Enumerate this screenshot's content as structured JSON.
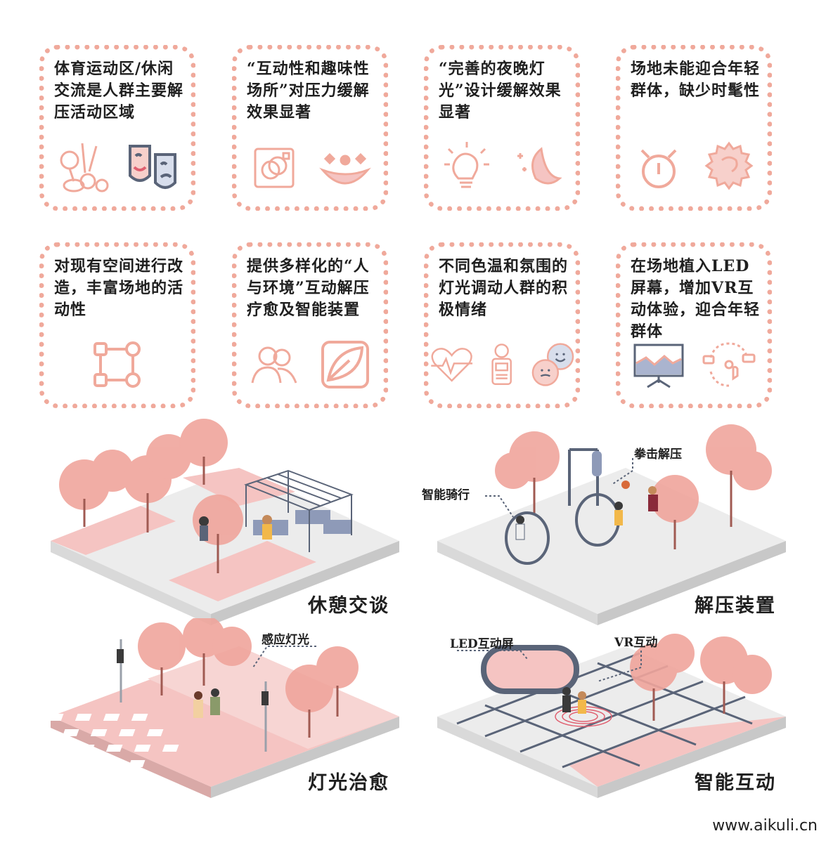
{
  "cards": [
    {
      "text": "体育运动区/休闲交流是人群主要解压活动区域",
      "icons": [
        "sports-equipment-icon",
        "theater-masks-icon"
      ]
    },
    {
      "text": "“互动性和趣味性场所”对压力缓解效果显著",
      "icons": [
        "interactive-frame-icon",
        "clown-face-icon"
      ]
    },
    {
      "text": "“完善的夜晚灯光”设计缓解效果显著",
      "icons": [
        "light-bulb-icon",
        "moon-stars-icon"
      ]
    },
    {
      "text": "场地未能迎合年轻群体，缺少时髦性",
      "icons": [
        "alarm-clock-icon",
        "brain-gear-icon"
      ]
    },
    {
      "text": "对现有空间进行改造，丰富场地的活动性",
      "icons": [
        "network-nodes-icon"
      ]
    },
    {
      "text": "提供多样化的“人与环境”互动解压疗愈及智能装置",
      "icons": [
        "people-icon",
        "leaf-icon"
      ]
    },
    {
      "text": "不同色温和氛围的灯光调动人群的积极情绪",
      "icons": [
        "heartbeat-icon",
        "smart-device-icon",
        "emoji-faces-icon"
      ]
    },
    {
      "text": "在场地植入LED屏幕，增加VR互动体验，迎合年轻群体",
      "icons": [
        "led-screen-chart-icon",
        "vr-interaction-icon"
      ]
    }
  ],
  "scenes": [
    {
      "label": "休憩交谈",
      "callouts": []
    },
    {
      "label": "解压装置",
      "callouts": [
        "拳击解压",
        "智能骑行"
      ]
    },
    {
      "label": "灯光治愈",
      "callouts": [
        "感应灯光"
      ]
    },
    {
      "label": "智能互动",
      "callouts": [
        "LED互动屏",
        "VR互动"
      ]
    }
  ],
  "colors": {
    "accent": "#f0a99b",
    "pink_ground": "#f5c4c2",
    "tree": "#f0a59c",
    "slate": "#8e9ab8",
    "structure": "#5a6478"
  },
  "footer": {
    "url": "www.aikuli.cn"
  }
}
